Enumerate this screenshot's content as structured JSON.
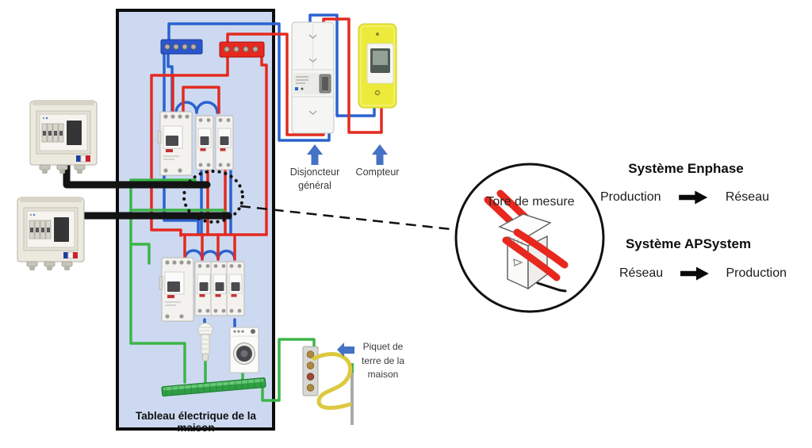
{
  "labels": {
    "panel": "Tableau électrique de la maison",
    "main_breaker_line1": "Disjoncteur",
    "main_breaker_line2": "général",
    "meter": "Compteur",
    "ct_clamp": "Tore de mesure",
    "ground_rod_line1": "Piquet de",
    "ground_rod_line2": "terre de la",
    "ground_rod_line3": "maison"
  },
  "legend": {
    "enphase": {
      "title": "Système Enphase",
      "from": "Production",
      "to": "Réseau"
    },
    "apsystem": {
      "title": "Système APSystem",
      "from": "Réseau",
      "to": "Production"
    }
  },
  "icons": [
    "ct-clamp-icon",
    "washing-machine-icon",
    "cfl-lamp-icon",
    "ground-rod-icon",
    "ground-plate-icon",
    "enclosure-box-icon",
    "diff-breaker-icon",
    "mini-breaker-icon",
    "meter-icon",
    "main-breaker-icon",
    "terminal-block-icon",
    "ground-bus-icon",
    "up-arrow-icon",
    "left-arrow-icon",
    "flow-arrow-icon"
  ],
  "colors": {
    "panel_fill": "#cdd9f0",
    "wire_red": "#e32a1f",
    "wire_blue": "#2a62cf",
    "wire_green": "#3cb549",
    "wire_yellow": "#ddc93f",
    "cable_black": "#141414",
    "arrow_blue": "#4472c4",
    "meter_yellow": "#ecea3a",
    "bus_green": "#2f9e44"
  }
}
